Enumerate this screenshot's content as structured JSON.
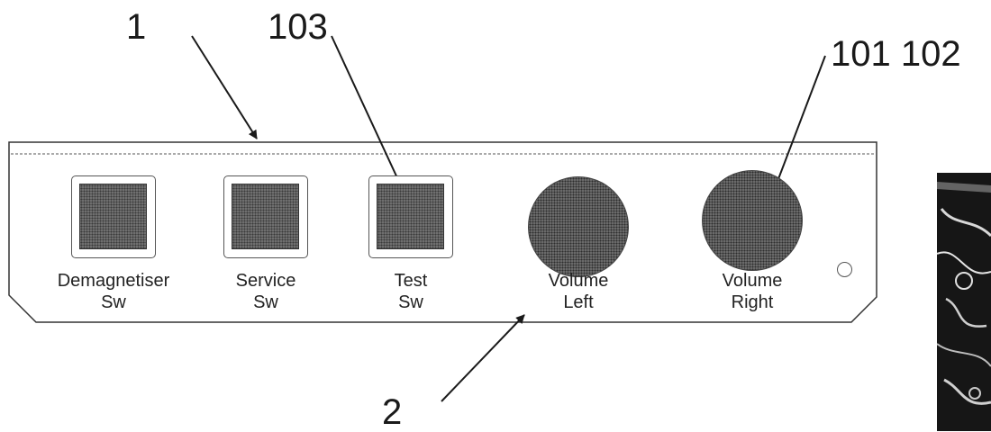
{
  "reference_numerals": {
    "panel": "1",
    "arrow_bottom": "2",
    "test_switch_ref": "103",
    "volume_refs": "101 102"
  },
  "controls": {
    "demagnetiser": {
      "line1": "Demagnetiser",
      "line2": "Sw"
    },
    "service": {
      "line1": "Service",
      "line2": "Sw"
    },
    "test": {
      "line1": "Test",
      "line2": "Sw"
    },
    "volume_left": {
      "line1": "Volume",
      "line2": "Left"
    },
    "volume_right": {
      "line1": "Volume",
      "line2": "Right"
    }
  },
  "colors": {
    "outline": "#333333",
    "switch_fill": "#6f6f6f",
    "knob_fill": "#6a6a6a"
  }
}
